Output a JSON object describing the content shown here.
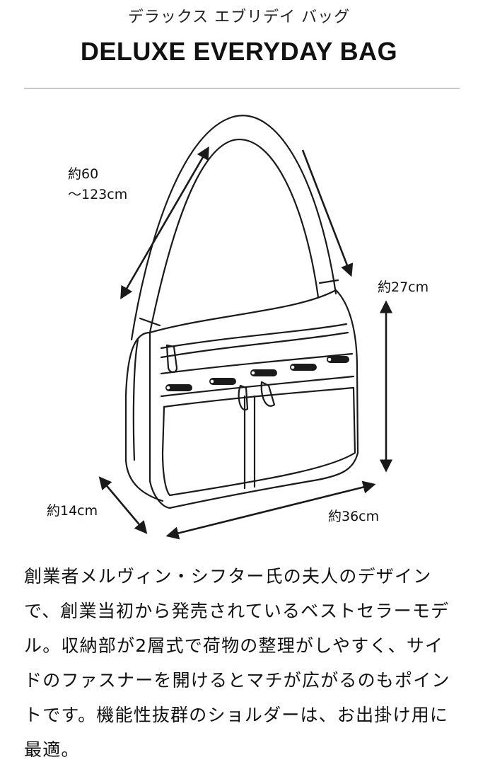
{
  "header": {
    "kana_title": "デラックス エブリデイ バッグ",
    "title": "DELUXE EVERYDAY BAG"
  },
  "dimensions": {
    "strap_line1": "約60",
    "strap_line2": "～123cm",
    "height": "約27cm",
    "depth": "約14cm",
    "width": "約36cm"
  },
  "description": "創業者メルヴィン・シフター氏の夫人のデザインで、創業当初から発売されているベストセラーモデル。収納部が2層式で荷物の整理がしやすく、サイドのファスナーを開けるとマチが広がるのもポイントです。機能性抜群のショルダーは、お出掛け用に最適。",
  "colors": {
    "line": "#1a1a1a",
    "divider": "#c8c8c8"
  },
  "icons": [
    "bag-illustration",
    "arrow-icon"
  ]
}
